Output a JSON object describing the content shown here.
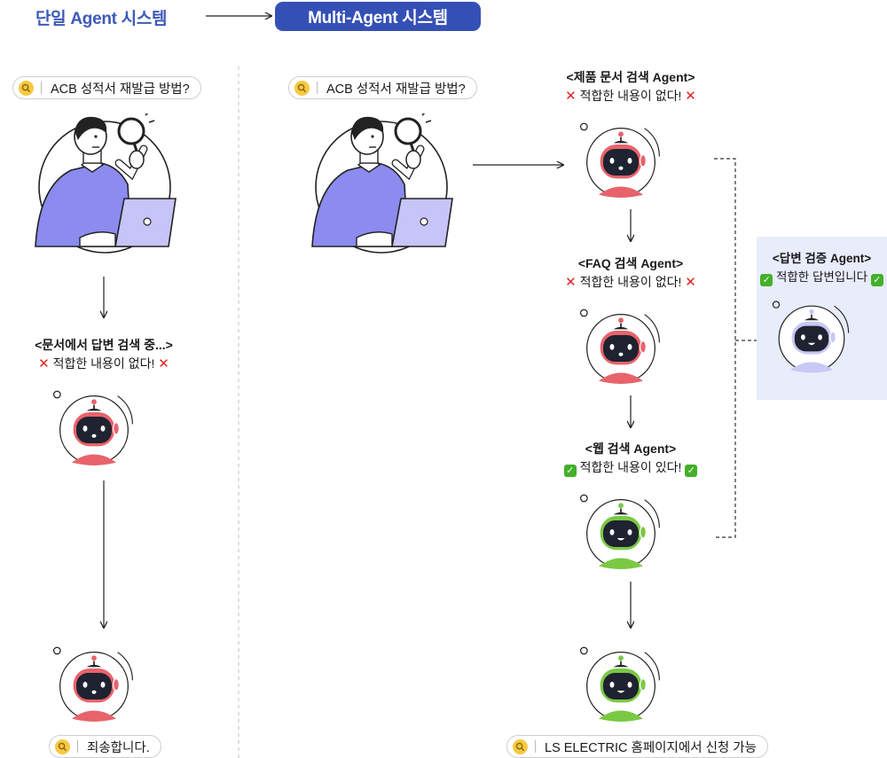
{
  "titles": {
    "single": "단일 Agent 시스템",
    "multi": "Multi-Agent 시스템"
  },
  "single": {
    "query": "ACB 성적서 재발급 방법?",
    "search_heading": "<문서에서 답변 검색 중...>",
    "search_result": "적합한 내용이 없다!",
    "final_answer": "죄송합니다."
  },
  "multi": {
    "query": "ACB 성적서 재발급 방법?",
    "product_heading": "<제품 문서 검색 Agent>",
    "product_result": "적합한 내용이 없다!",
    "faq_heading": "<FAQ 검색 Agent>",
    "faq_result": "적합한 내용이 없다!",
    "web_heading": "<웹 검색 Agent>",
    "web_result": "적합한 내용이 있다!",
    "verify_heading": "<답변 검증 Agent>",
    "verify_result": "적합한 답변입니다",
    "final_answer": "LS ELECTRIC 홈페이지에서 신청 가능"
  },
  "colors": {
    "brand_blue": "#3550b5",
    "robot_red": "#e8636b",
    "robot_green": "#7ac943",
    "robot_lavender": "#c7c8f5",
    "shirt_purple": "#8b8bf0",
    "panel_bg": "#e8ecfb",
    "x_red": "#e02424",
    "check_green": "#43b02a"
  }
}
